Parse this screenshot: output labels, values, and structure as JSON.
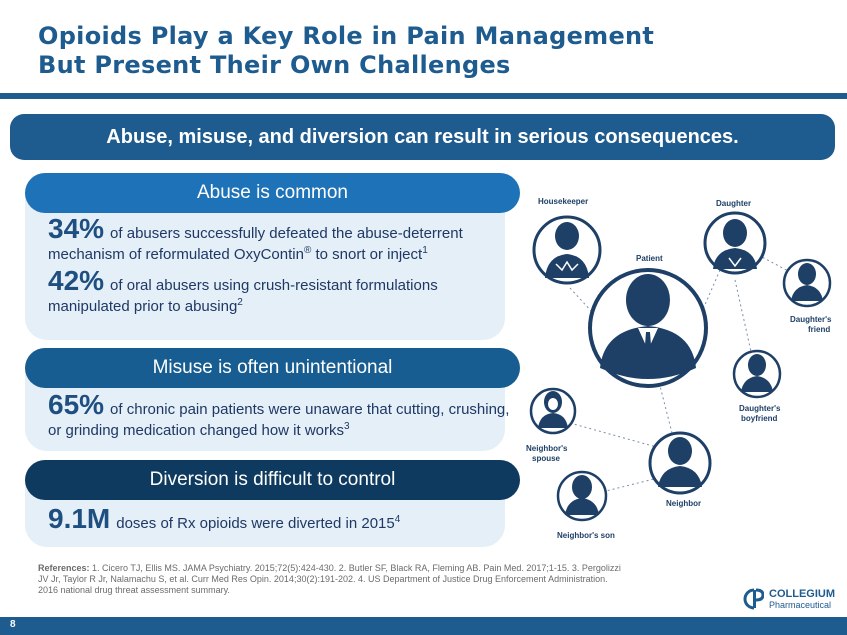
{
  "title": {
    "line1": "Opioids Play a Key Role in Pain Management",
    "line2": "But Present Their Own Challenges"
  },
  "banner": "Abuse, misuse, and diversion can result in serious consequences.",
  "sections": [
    {
      "heading": "Abuse is common",
      "stats": [
        {
          "value": "34%",
          "text": "of abusers successfully defeated the abuse-deterrent mechanism of reformulated OxyContin",
          "reg": "®",
          "text2": " to snort or inject",
          "ref": "1"
        },
        {
          "value": "42%",
          "text": "of oral abusers using crush-resistant formulations manipulated prior to abusing",
          "ref": "2"
        }
      ]
    },
    {
      "heading": "Misuse is often unintentional",
      "stats": [
        {
          "value": "65%",
          "text": "of chronic pain patients were unaware that cutting, crushing, or grinding medication changed how it works",
          "ref": "3"
        }
      ]
    },
    {
      "heading": "Diversion is difficult to control",
      "stats": [
        {
          "value": "9.1M",
          "text": "doses of Rx opioids were diverted in 2015",
          "ref": "4"
        }
      ]
    }
  ],
  "network": {
    "labels": {
      "housekeeper": "Housekeeper",
      "daughter": "Daughter",
      "patient": "Patient",
      "daughters_friend_1": "Daughter's",
      "daughters_friend_2": "friend",
      "daughters_boyfriend_1": "Daughter's",
      "daughters_boyfriend_2": "boyfriend",
      "neighbors_spouse_1": "Neighbor's",
      "neighbors_spouse_2": "spouse",
      "neighbor": "Neighbor",
      "neighbors_son": "Neighbor's son"
    },
    "icon_color": "#1e3f66",
    "ring_color": "#1e3f66"
  },
  "references": {
    "label": "References:",
    "body": " 1. Cicero TJ, Ellis MS. JAMA Psychiatry. 2015;72(5):424-430. 2. Butler SF, Black RA, Fleming AB. Pain Med. 2017;1-15. 3. Pergolizzi JV Jr, Taylor R Jr, Nalamachu S, et al. Curr Med Res Opin. 2014;30(2):191-202. 4. US Department of Justice Drug Enforcement Administration. 2016 national drug threat assessment summary."
  },
  "logo": {
    "name": "COLLEGIUM",
    "sub": "Pharmaceutical"
  },
  "page_number": "8",
  "colors": {
    "brand": "#1e5b8f",
    "head1": "#1e72b8",
    "head2": "#175d91",
    "head3": "#0e3a5f",
    "panel": "#e4eff8"
  }
}
